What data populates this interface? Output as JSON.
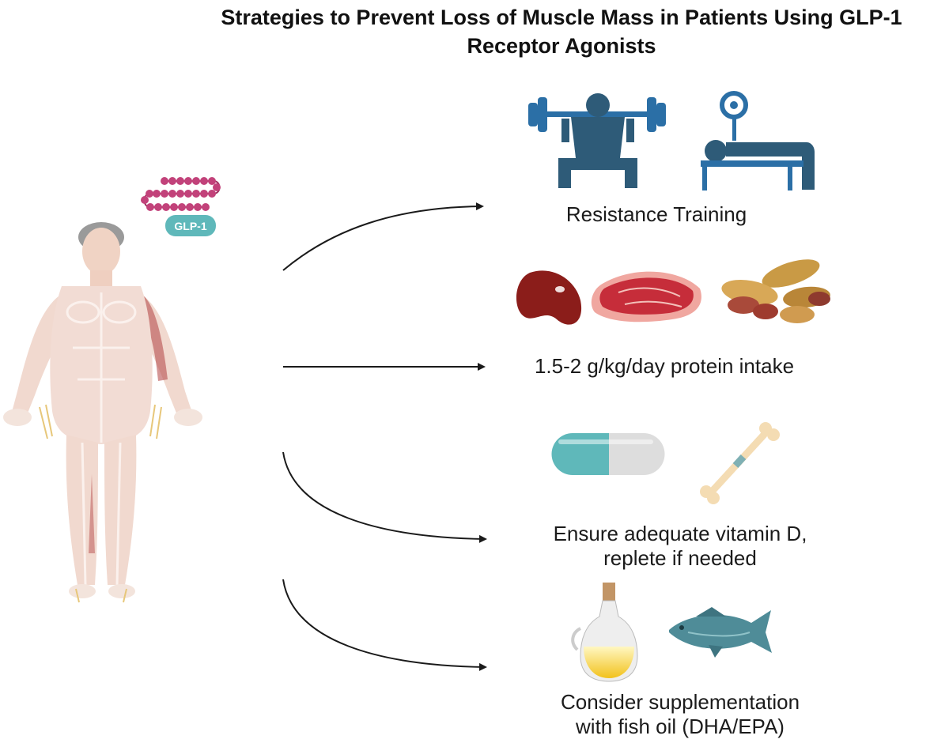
{
  "title": {
    "line1": "Strategies to Prevent Loss of Muscle Mass in Patients Using GLP-1",
    "line2": "Receptor Agonists"
  },
  "molecule": {
    "label": "GLP-1"
  },
  "strategies": [
    {
      "label": "Resistance Training",
      "icons": [
        "squat-barbell-icon",
        "bench-press-icon"
      ]
    },
    {
      "label": "1.5-2 g/kg/day protein intake",
      "icons": [
        "kidney-bean-icon",
        "steak-icon",
        "peanuts-icon"
      ]
    },
    {
      "label_line1": "Ensure adequate vitamin D,",
      "label_line2": "replete if needed",
      "icons": [
        "capsule-icon",
        "bone-icon"
      ]
    },
    {
      "label_line1": "Consider supplementation",
      "label_line2": "with fish oil (DHA/EPA)",
      "icons": [
        "oil-bottle-icon",
        "fish-icon"
      ]
    }
  ],
  "colors": {
    "exercise_blue": "#2b6fa6",
    "exercise_dark": "#2e5b78",
    "molecule_pink": "#c2427a",
    "glp1_teal": "#5fb8ba",
    "arrow": "#1a1a1a"
  }
}
